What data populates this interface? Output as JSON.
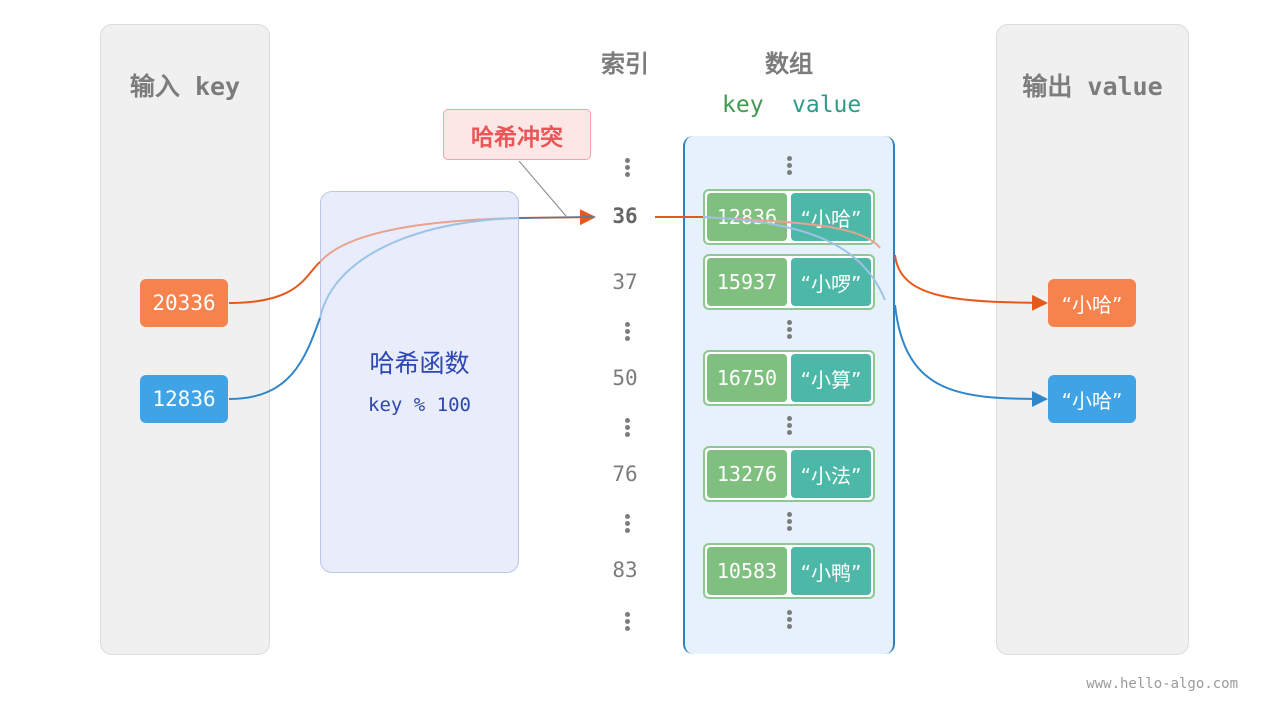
{
  "input_panel": {
    "title": "输入 key"
  },
  "output_panel": {
    "title": "输出 value"
  },
  "headers": {
    "index": "索引",
    "array": "数组",
    "key": "key",
    "value": "value"
  },
  "input_keys": [
    {
      "label": "20336",
      "color": "#f6834e"
    },
    {
      "label": "12836",
      "color": "#3fa3e6"
    }
  ],
  "hash_function": {
    "title": "哈希函数",
    "expression": "key % 100"
  },
  "collision_label": "哈希冲突",
  "indices": [
    "36",
    "37",
    "50",
    "76",
    "83"
  ],
  "buckets": [
    {
      "key": "12836",
      "value": "“小哈”"
    },
    {
      "key": "15937",
      "value": "“小啰”"
    },
    {
      "key": "16750",
      "value": "“小算”"
    },
    {
      "key": "13276",
      "value": "“小法”"
    },
    {
      "key": "10583",
      "value": "“小鸭”"
    }
  ],
  "outputs": [
    {
      "label": "“小哈”",
      "color": "#f6834e"
    },
    {
      "label": "“小哈”",
      "color": "#3fa3e6"
    }
  ],
  "colors": {
    "orange": "#e55a1c",
    "blue": "#2f86c9",
    "key_green": "#7fbf7f",
    "value_teal": "#4eb8a8"
  },
  "watermark": "www.hello-algo.com"
}
